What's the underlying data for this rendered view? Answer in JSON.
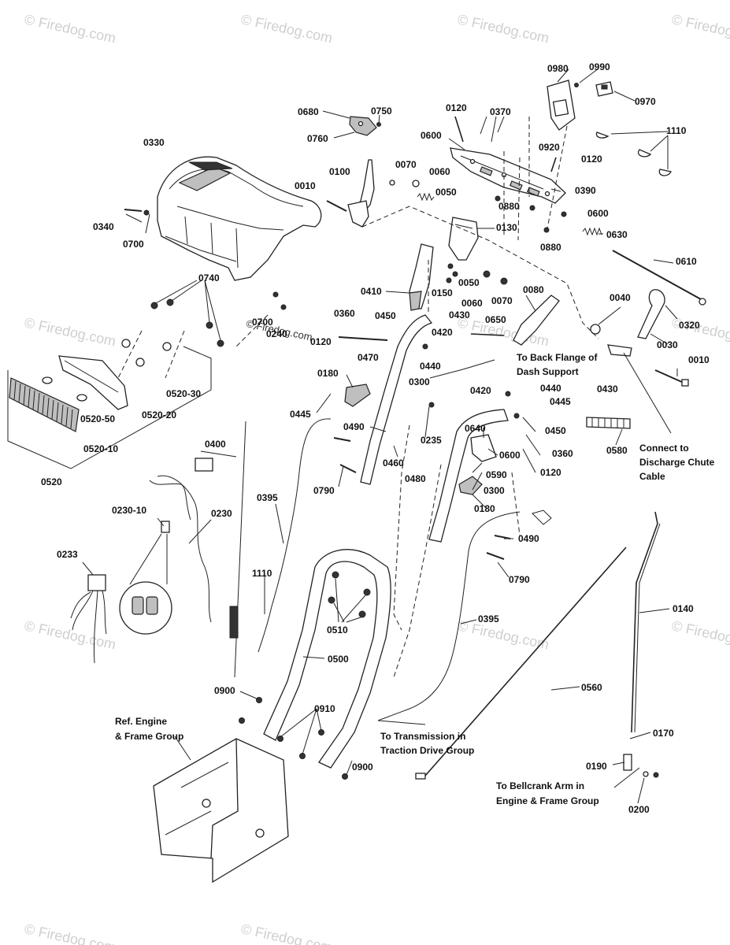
{
  "watermarks": [
    {
      "id": "wm1",
      "text": "© Firedog.com"
    },
    {
      "id": "wm2",
      "text": "© Firedog.com"
    },
    {
      "id": "wm3",
      "text": "© Firedog.com"
    },
    {
      "id": "wm4",
      "text": "© Firedog.com"
    },
    {
      "id": "wm5",
      "text": "© Firedog.com"
    },
    {
      "id": "wm6",
      "text": "© Firedog.com"
    },
    {
      "id": "wm7",
      "text": "© Firedog.com"
    },
    {
      "id": "wm8",
      "text": "© Firedog.com"
    },
    {
      "id": "wm9",
      "text": "© Firedog.com"
    },
    {
      "id": "wm10",
      "text": "© Firedog.com"
    },
    {
      "id": "wm11",
      "text": "© Firedog.com"
    },
    {
      "id": "wm12",
      "text": "© Firedog.com"
    },
    {
      "id": "wm13",
      "text": "© Firedog.com"
    }
  ],
  "part_labels": [
    {
      "id": "p0980",
      "text": "0980"
    },
    {
      "id": "p0990",
      "text": "0990"
    },
    {
      "id": "p0970",
      "text": "0970"
    },
    {
      "id": "p1110a",
      "text": "1110"
    },
    {
      "id": "p0680",
      "text": "0680"
    },
    {
      "id": "p0750",
      "text": "0750"
    },
    {
      "id": "p0760",
      "text": "0760"
    },
    {
      "id": "p0120a",
      "text": "0120"
    },
    {
      "id": "p0370",
      "text": "0370"
    },
    {
      "id": "p0600a",
      "text": "0600"
    },
    {
      "id": "p0920",
      "text": "0920"
    },
    {
      "id": "p0120b",
      "text": "0120"
    },
    {
      "id": "p0390",
      "text": "0390"
    },
    {
      "id": "p0330",
      "text": "0330"
    },
    {
      "id": "p0070a",
      "text": "0070"
    },
    {
      "id": "p0060a",
      "text": "0060"
    },
    {
      "id": "p0100",
      "text": "0100"
    },
    {
      "id": "p0010a",
      "text": "0010"
    },
    {
      "id": "p0050a",
      "text": "0050"
    },
    {
      "id": "p0880a",
      "text": "0880"
    },
    {
      "id": "p0600b",
      "text": "0600"
    },
    {
      "id": "p0340",
      "text": "0340"
    },
    {
      "id": "p0700a",
      "text": "0700"
    },
    {
      "id": "p0130",
      "text": "0130"
    },
    {
      "id": "p0630",
      "text": "0630"
    },
    {
      "id": "p0880b",
      "text": "0880"
    },
    {
      "id": "p0610",
      "text": "0610"
    },
    {
      "id": "p0740",
      "text": "0740"
    },
    {
      "id": "p0050b",
      "text": "0050"
    },
    {
      "id": "p0150",
      "text": "0150"
    },
    {
      "id": "p0410",
      "text": "0410"
    },
    {
      "id": "p0060b",
      "text": "0060"
    },
    {
      "id": "p0070b",
      "text": "0070"
    },
    {
      "id": "p0080",
      "text": "0080"
    },
    {
      "id": "p0040",
      "text": "0040"
    },
    {
      "id": "p0320",
      "text": "0320"
    },
    {
      "id": "p0700b",
      "text": "0700"
    },
    {
      "id": "p0240",
      "text": "0240"
    },
    {
      "id": "p0360a",
      "text": "0360"
    },
    {
      "id": "p0450a",
      "text": "0450"
    },
    {
      "id": "p0430a",
      "text": "0430"
    },
    {
      "id": "p0650",
      "text": "0650"
    },
    {
      "id": "p0420a",
      "text": "0420"
    },
    {
      "id": "p0030",
      "text": "0030"
    },
    {
      "id": "p0120c",
      "text": "0120"
    },
    {
      "id": "p0010b",
      "text": "0010"
    },
    {
      "id": "p0470",
      "text": "0470"
    },
    {
      "id": "p0440a",
      "text": "0440"
    },
    {
      "id": "p0180a",
      "text": "0180"
    },
    {
      "id": "p0300a",
      "text": "0300"
    },
    {
      "id": "p0520-30",
      "text": "0520-30"
    },
    {
      "id": "p0420b",
      "text": "0420"
    },
    {
      "id": "p0440b",
      "text": "0440"
    },
    {
      "id": "p0430b",
      "text": "0430"
    },
    {
      "id": "p0445a",
      "text": "0445"
    },
    {
      "id": "p0445b",
      "text": "0445"
    },
    {
      "id": "p0520-50",
      "text": "0520-50"
    },
    {
      "id": "p0520-20",
      "text": "0520-20"
    },
    {
      "id": "p0490a",
      "text": "0490"
    },
    {
      "id": "p0235",
      "text": "0235"
    },
    {
      "id": "p0640",
      "text": "0640"
    },
    {
      "id": "p0450b",
      "text": "0450"
    },
    {
      "id": "p0580",
      "text": "0580"
    },
    {
      "id": "p0520-10",
      "text": "0520-10"
    },
    {
      "id": "p0400",
      "text": "0400"
    },
    {
      "id": "p0600c",
      "text": "0600"
    },
    {
      "id": "p0360b",
      "text": "0360"
    },
    {
      "id": "p0460",
      "text": "0460"
    },
    {
      "id": "p0480",
      "text": "0480"
    },
    {
      "id": "p0590",
      "text": "0590"
    },
    {
      "id": "p0120d",
      "text": "0120"
    },
    {
      "id": "p0520",
      "text": "0520"
    },
    {
      "id": "p0790a",
      "text": "0790"
    },
    {
      "id": "p0300b",
      "text": "0300"
    },
    {
      "id": "p0395a",
      "text": "0395"
    },
    {
      "id": "p0230-10",
      "text": "0230-10"
    },
    {
      "id": "p0230",
      "text": "0230"
    },
    {
      "id": "p0180b",
      "text": "0180"
    },
    {
      "id": "p0490b",
      "text": "0490"
    },
    {
      "id": "p0233",
      "text": "0233"
    },
    {
      "id": "p1110b",
      "text": "1110"
    },
    {
      "id": "p0790b",
      "text": "0790"
    },
    {
      "id": "p0140",
      "text": "0140"
    },
    {
      "id": "p0510",
      "text": "0510"
    },
    {
      "id": "p0395b",
      "text": "0395"
    },
    {
      "id": "p0500",
      "text": "0500"
    },
    {
      "id": "p0560",
      "text": "0560"
    },
    {
      "id": "p0900a",
      "text": "0900"
    },
    {
      "id": "p0910",
      "text": "0910"
    },
    {
      "id": "p0170",
      "text": "0170"
    },
    {
      "id": "p0900b",
      "text": "0900"
    },
    {
      "id": "p0190",
      "text": "0190"
    },
    {
      "id": "p0200",
      "text": "0200"
    }
  ],
  "notes": {
    "back_flange_1": "To Back Flange of",
    "back_flange_2": "Dash Support",
    "discharge_1": "Connect to",
    "discharge_2": "Discharge Chute",
    "discharge_3": "Cable",
    "ref_engine_1": "Ref. Engine",
    "ref_engine_2": "& Frame Group",
    "transmission_1": "To Transmission in",
    "transmission_2": "Traction Drive Group",
    "bellcrank_1": "To Bellcrank Arm in",
    "bellcrank_2": "Engine & Frame Group"
  }
}
